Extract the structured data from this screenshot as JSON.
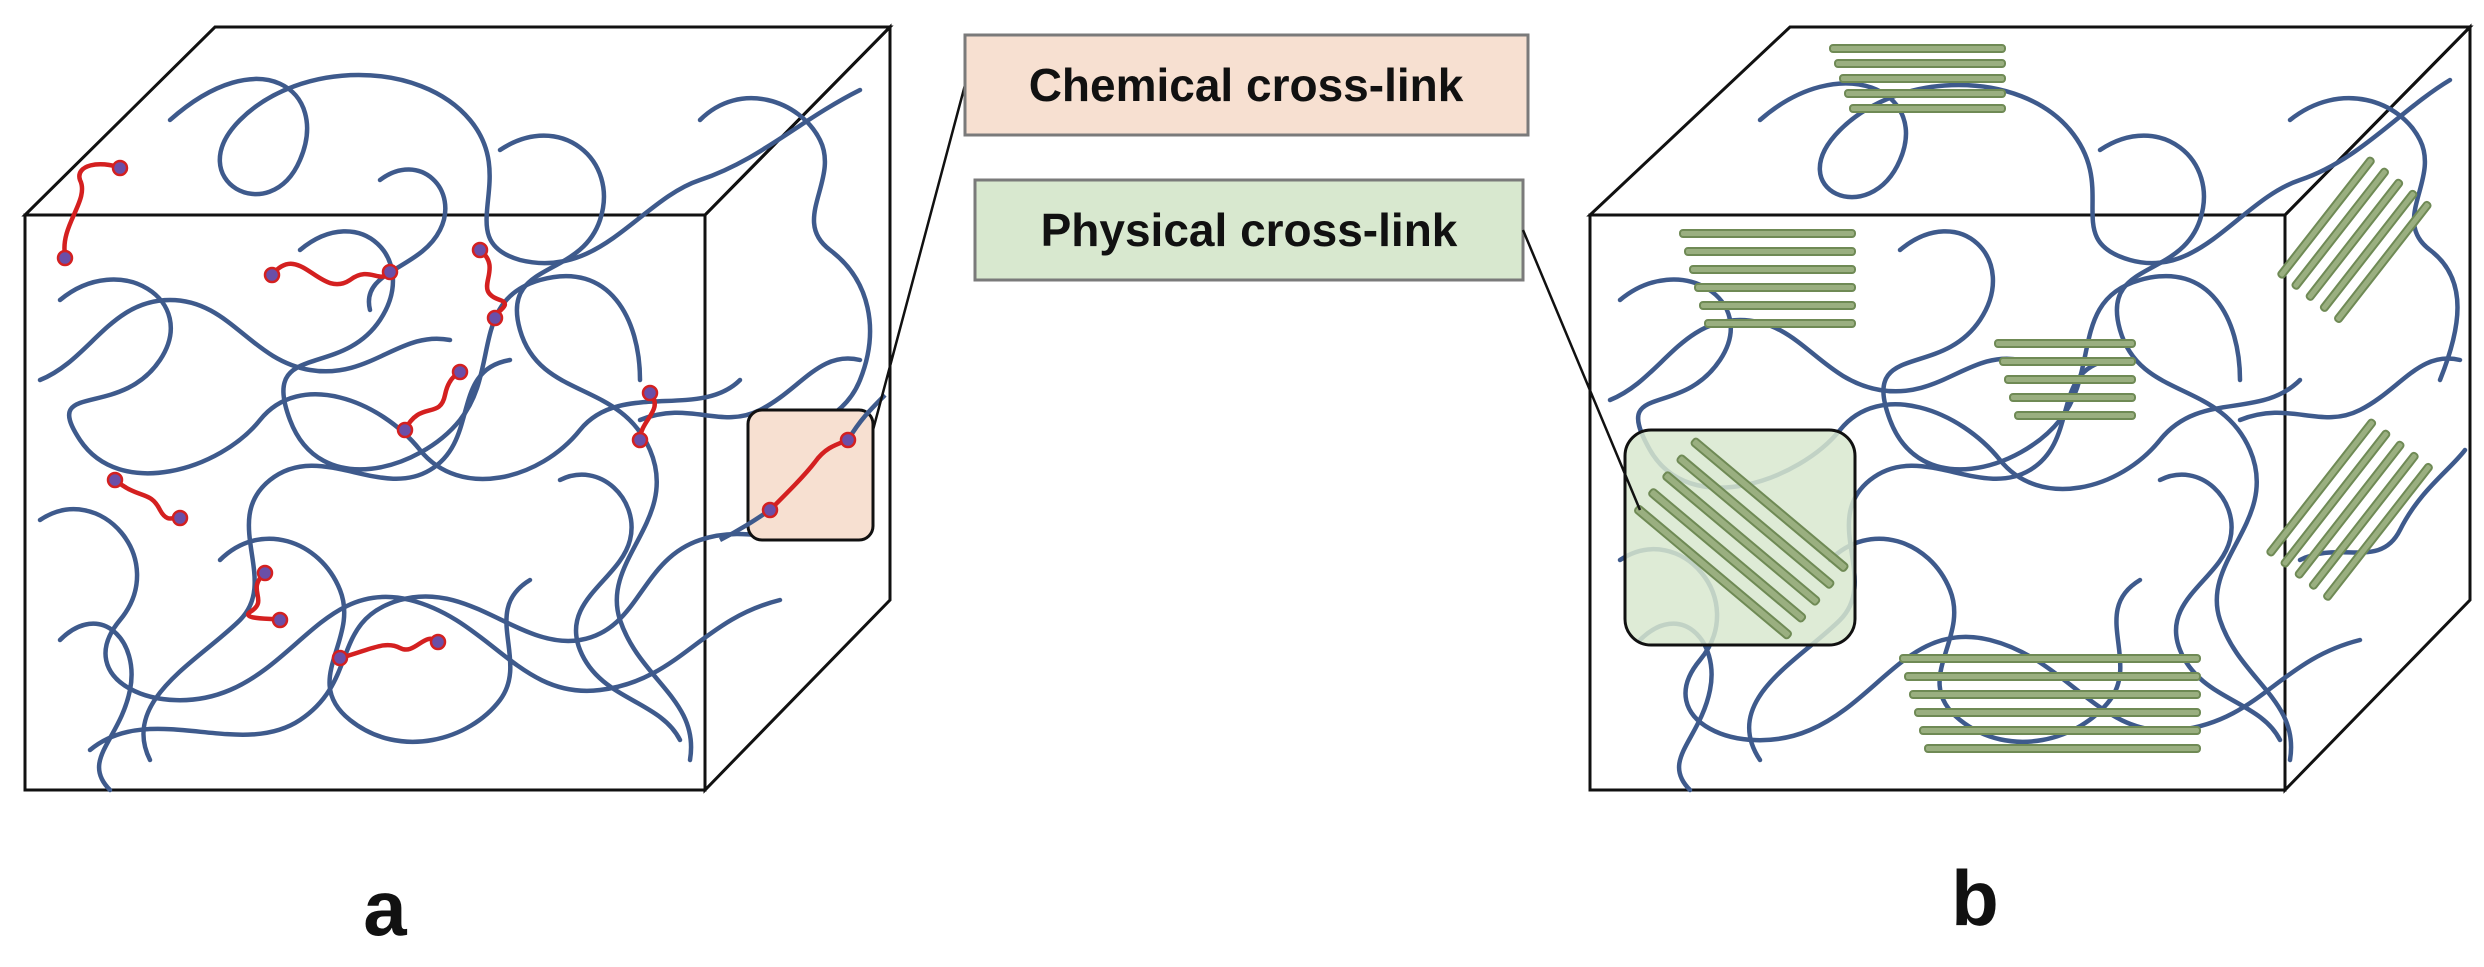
{
  "labels": {
    "chemical": "Chemical cross-link",
    "physical": "Physical cross-link"
  },
  "panels": {
    "a": "a",
    "b": "b"
  },
  "colors": {
    "polymer_chain": "#3e5a8c",
    "chemical_link": "#d42020",
    "crosslink_node_fill": "#6a4fa8",
    "crosslink_node_stroke": "#d42020",
    "chemical_highlight": "#f7e0d1",
    "physical_highlight": "#d8e8cf",
    "crystallite": "#9aaf80",
    "crystallite_dark": "#6f8a55",
    "box_edge": "#111111"
  },
  "icons": {
    "chemical_node": "circle-node",
    "physical_lamella": "folded-chain-lamella"
  }
}
